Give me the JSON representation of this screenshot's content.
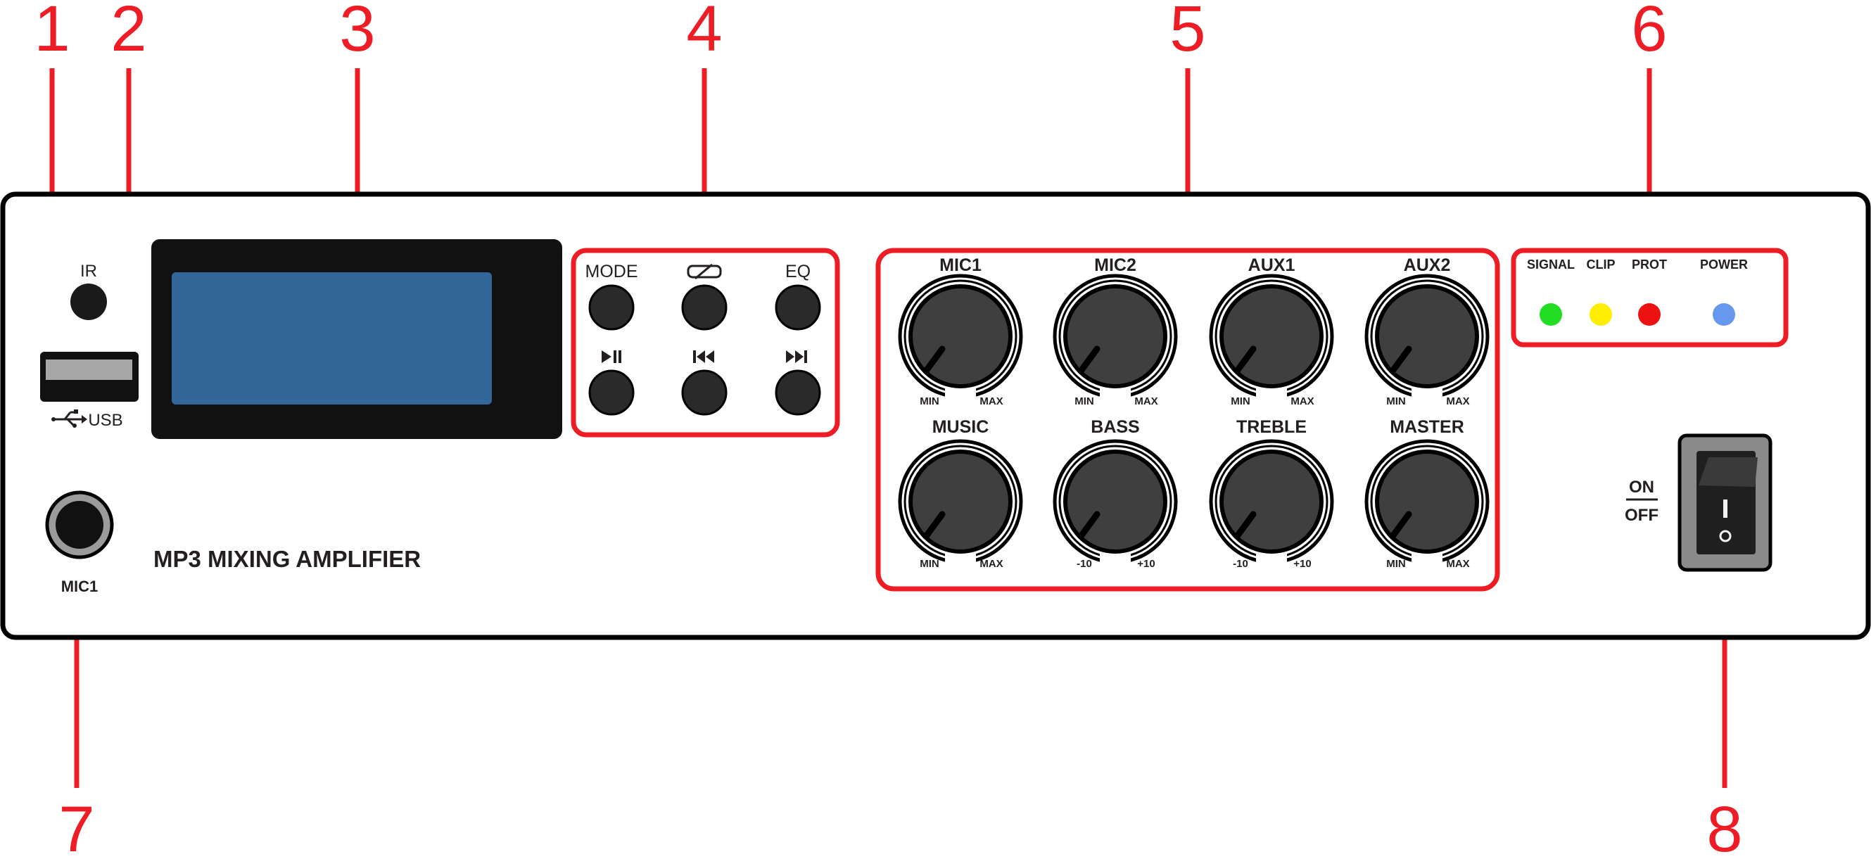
{
  "callouts": [
    "1",
    "2",
    "3",
    "4",
    "5",
    "6",
    "7",
    "8"
  ],
  "front_panel": {
    "ir_label": "IR",
    "usb_label": "USB",
    "usb_symbol": "usb-icon",
    "mic1_jack_label": "MIC1",
    "model_label": "MP3 MIXING AMPLIFIER",
    "display_color": "#336699"
  },
  "transport_buttons": {
    "top_labels": [
      "MODE",
      "",
      "EQ"
    ],
    "top_icons": [
      "",
      "repeat-icon",
      ""
    ],
    "bottom_icons": [
      "play-pause-icon",
      "previous-track-icon",
      "next-track-icon"
    ],
    "bottom_glyphs": [
      "▶II",
      "I◀◀",
      "▶▶I"
    ]
  },
  "knobs": [
    {
      "label": "MIC1",
      "min": "MIN",
      "max": "MAX"
    },
    {
      "label": "MIC2",
      "min": "MIN",
      "max": "MAX"
    },
    {
      "label": "AUX1",
      "min": "MIN",
      "max": "MAX"
    },
    {
      "label": "AUX2",
      "min": "MIN",
      "max": "MAX"
    },
    {
      "label": "MUSIC",
      "min": "MIN",
      "max": "MAX"
    },
    {
      "label": "BASS",
      "min": "-10",
      "max": "+10"
    },
    {
      "label": "TREBLE",
      "min": "-10",
      "max": "+10"
    },
    {
      "label": "MASTER",
      "min": "MIN",
      "max": "MAX"
    }
  ],
  "indicators": [
    {
      "label": "SIGNAL",
      "color": "#22dd22"
    },
    {
      "label": "CLIP",
      "color": "#ffee00"
    },
    {
      "label": "PROT",
      "color": "#ee1111"
    },
    {
      "label": "POWER",
      "color": "#6699ee"
    }
  ],
  "power_switch": {
    "on_label": "ON",
    "off_label": "OFF"
  },
  "colors": {
    "callout": "#ee1c24",
    "knob": "#3f3f3f",
    "panel_outline": "#000000"
  }
}
